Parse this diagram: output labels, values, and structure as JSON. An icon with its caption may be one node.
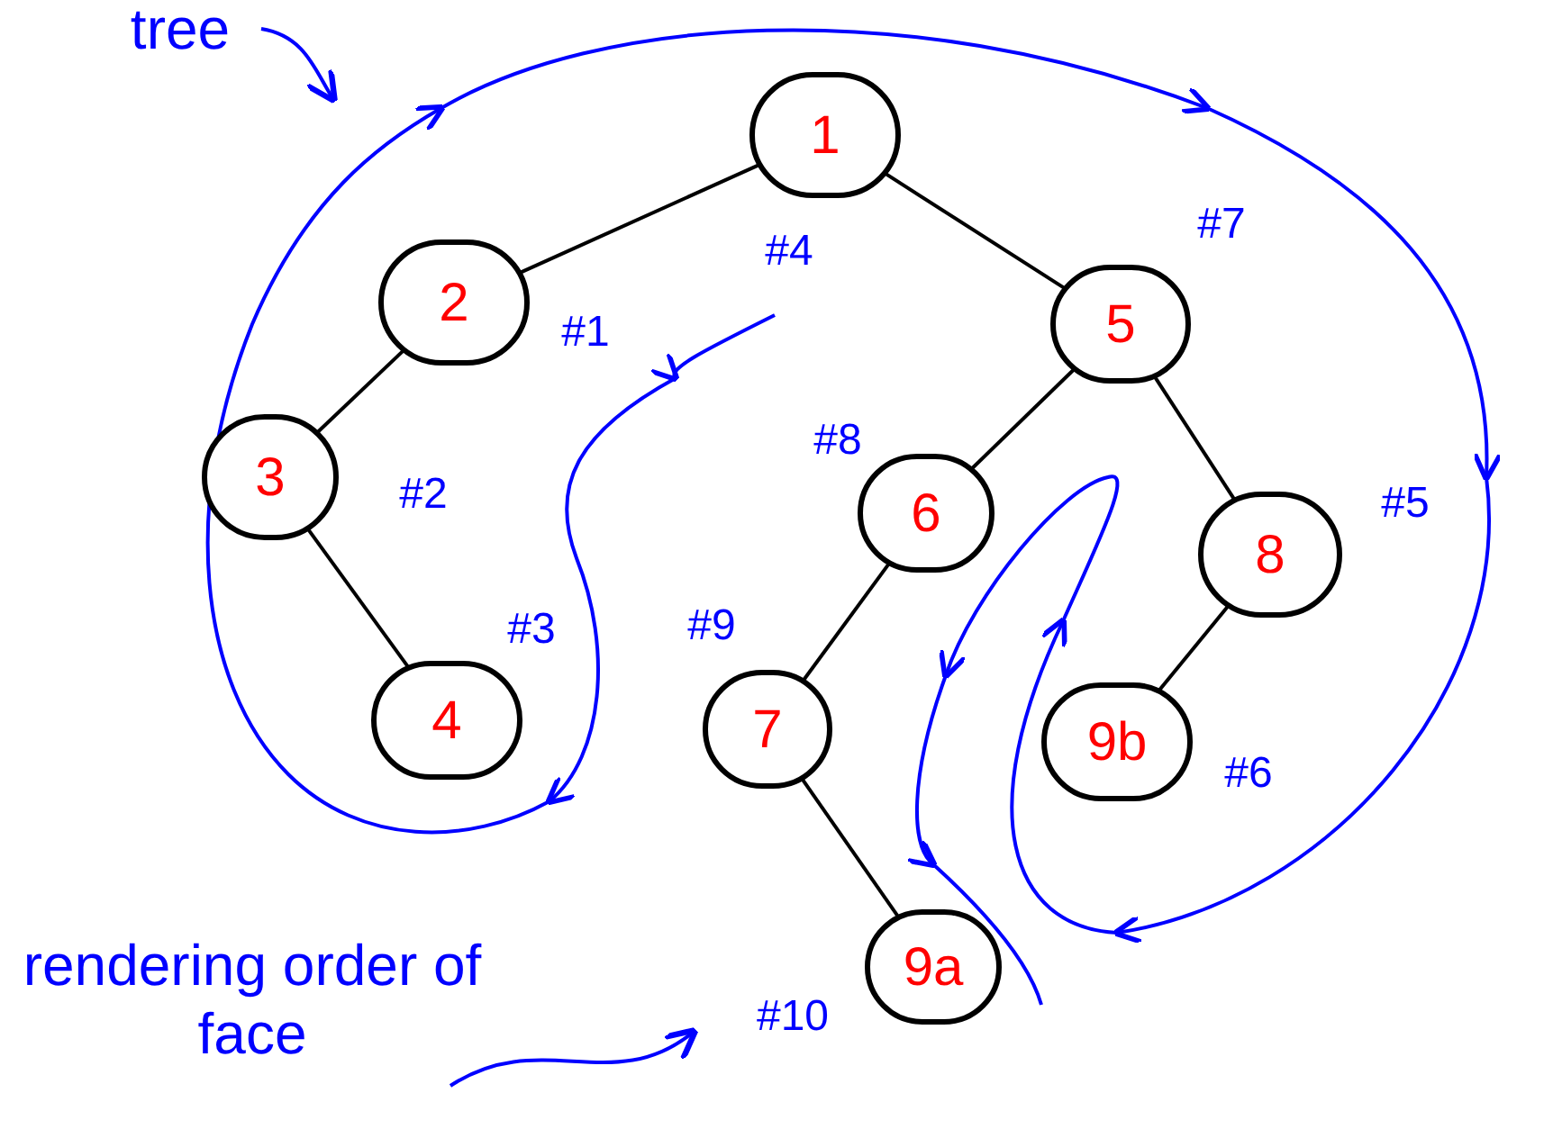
{
  "diagram": {
    "nodes": [
      {
        "text": [
          "1"
        ],
        "beside": [
          "#4"
        ]
      },
      {
        "text": [
          "2"
        ],
        "beside": [
          "#1"
        ]
      },
      {
        "text": [
          "3"
        ],
        "beside": [
          "#2"
        ]
      },
      {
        "text": [
          "4"
        ],
        "beside": [
          "#3"
        ]
      },
      {
        "text": [
          "5"
        ],
        "beside": [
          "#7"
        ]
      },
      {
        "text": [
          "6"
        ],
        "beside": [
          "#8"
        ]
      },
      {
        "text": [
          "7"
        ],
        "beside": [
          "#9"
        ]
      },
      {
        "text": [
          "9a"
        ],
        "beside": [
          "#10"
        ]
      },
      {
        "text": [
          "8"
        ],
        "beside": [
          "#5"
        ]
      },
      {
        "text": [
          "9b"
        ],
        "beside": [
          "#6"
        ]
      },
      {
        "text": [
          "tree"
        ]
      },
      {
        "text": [
          "rendering order of face"
        ]
      }
    ],
    "edges": [
      {
        "from": 0,
        "to": 1,
        "arrow": "none"
      },
      {
        "from": 1,
        "to": 2,
        "arrow": "none"
      },
      {
        "from": 2,
        "to": 3,
        "arrow": "none"
      },
      {
        "from": 0,
        "to": 4,
        "arrow": "none"
      },
      {
        "from": 4,
        "to": 5,
        "arrow": "none"
      },
      {
        "from": 5,
        "to": 6,
        "arrow": "none"
      },
      {
        "from": 6,
        "to": 7,
        "arrow": "none"
      },
      {
        "from": 4,
        "to": 8,
        "arrow": "none"
      },
      {
        "from": 8,
        "to": 9,
        "arrow": "none"
      },
      {
        "from": 10,
        "to": null,
        "arrow": "to",
        "color": "#0000ff"
      },
      {
        "from": 11,
        "to": null,
        "arrow": "to",
        "color": "#0000ff"
      }
    ]
  }
}
